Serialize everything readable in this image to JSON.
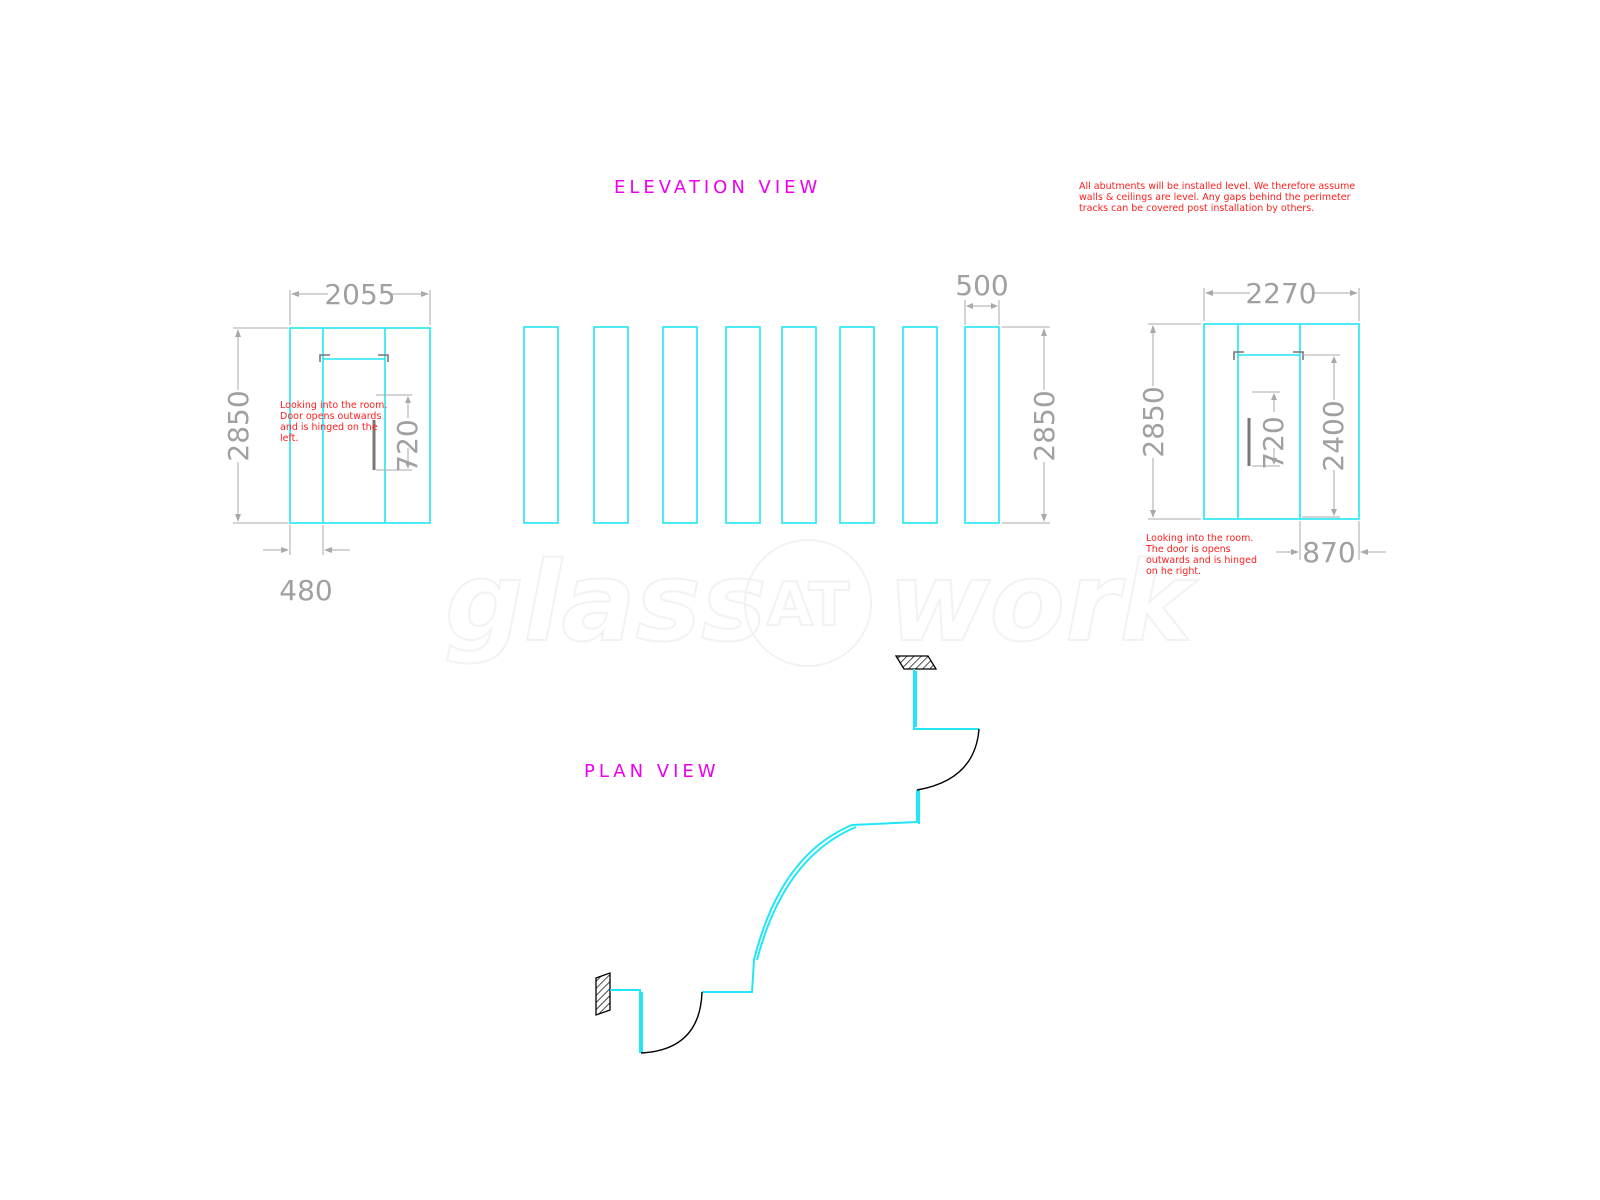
{
  "titles": {
    "elevation": "ELEVATION VIEW",
    "plan": "PLAN VIEW"
  },
  "notes": {
    "abutments": [
      "All abutments will be installed level. We therefore assume",
      "walls & ceilings are level. Any gaps behind the perimeter",
      "tracks can be covered post installation by others."
    ],
    "left_door": [
      "Looking into the room.",
      "Door opens outwards",
      "and is hinged on the",
      "left."
    ],
    "right_door": [
      "Looking into the room.",
      "The door is opens",
      "outwards and is hinged",
      "on he right."
    ]
  },
  "dimensions": {
    "left_width": "2055",
    "left_height": "2850",
    "left_handle": "720",
    "left_offset": "480",
    "middle_panel_width": "500",
    "middle_height": "2850",
    "right_width": "2270",
    "right_height": "2850",
    "right_handle": "720",
    "right_door_height": "2400",
    "right_offset": "870"
  },
  "watermark": {
    "left": "glass",
    "center": "AT",
    "right": "work"
  },
  "colors": {
    "glass": "#22e6f5",
    "title": "#ee00ee",
    "note": "#ff2020",
    "dimension": "#a0a0a0"
  }
}
